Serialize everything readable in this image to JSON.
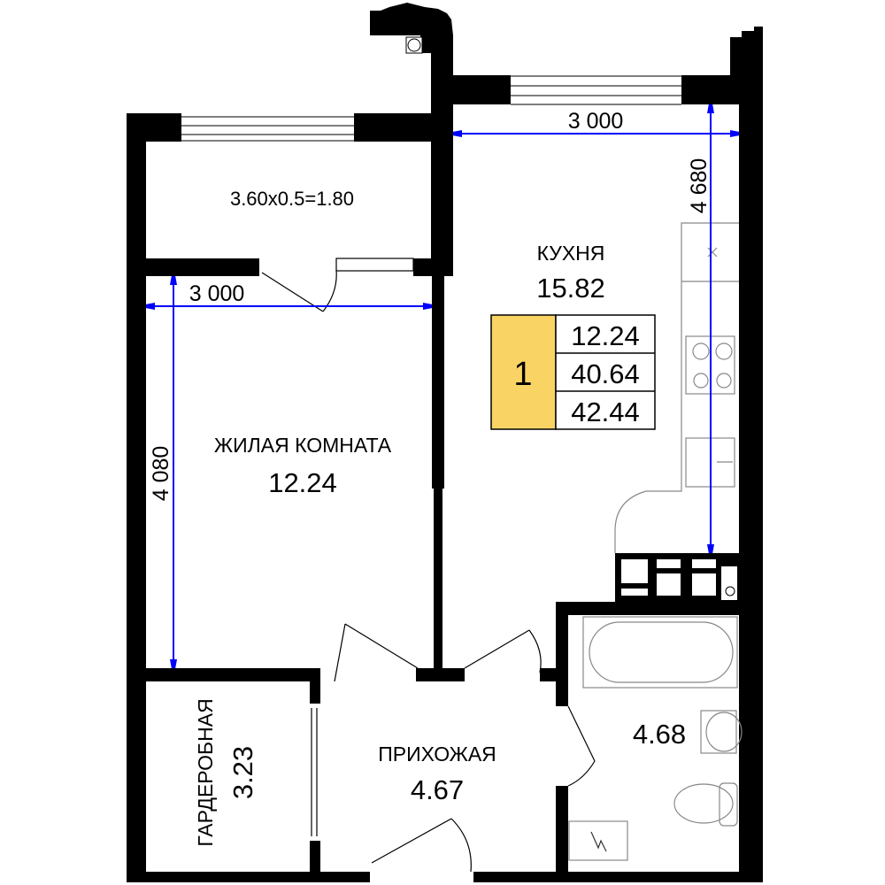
{
  "rooms": {
    "balcony": {
      "area_formula": "3.60x0.5=1.80"
    },
    "kitchen": {
      "name": "КУХНЯ",
      "area": "15.82"
    },
    "living": {
      "name": "ЖИЛАЯ КОМНАТА",
      "area": "12.24"
    },
    "wardrobe": {
      "name": "ГАРДЕРОБНАЯ",
      "area": "3.23"
    },
    "hallway": {
      "name": "ПРИХОЖАЯ",
      "area": "4.67"
    },
    "bathroom": {
      "area": "4.68"
    }
  },
  "summary": {
    "rooms_count": "1",
    "living_area": "12.24",
    "total_area": "40.64",
    "total_with_balcony": "42.44",
    "highlight_color": "#f9d465"
  },
  "dimensions": {
    "kitchen_width": "3 000",
    "kitchen_length": "4 680",
    "living_width": "3 000",
    "living_length": "4 080",
    "color": "#0000ff"
  }
}
